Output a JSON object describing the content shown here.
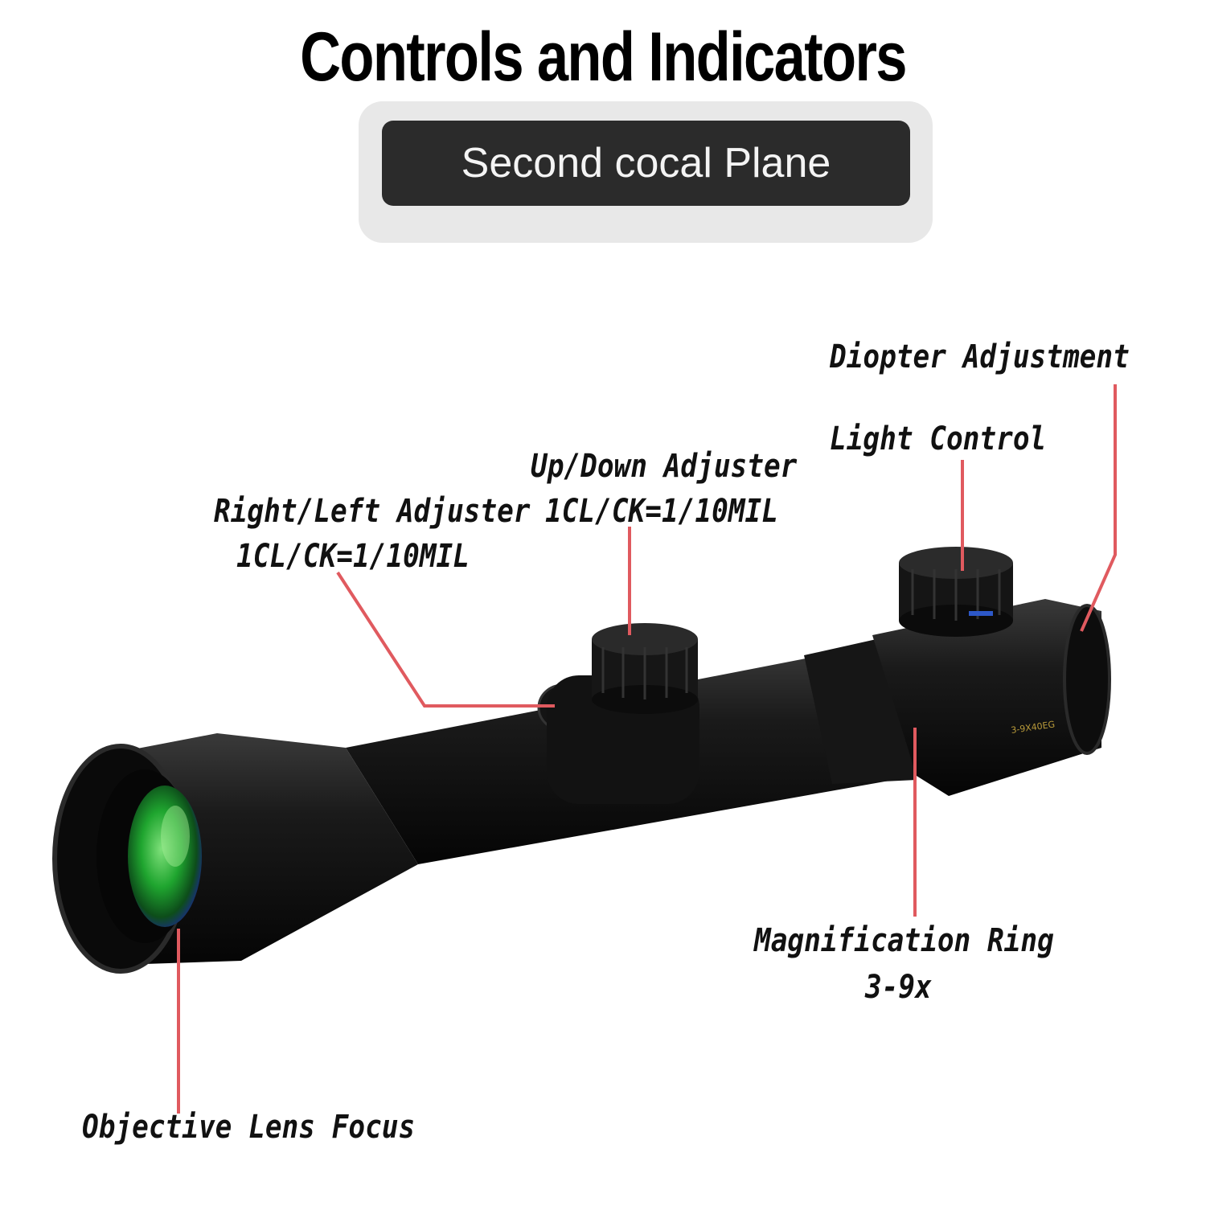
{
  "title": "Controls and Indicators",
  "subtitle": "Second cocal Plane",
  "callouts": {
    "diopter": "Diopter Adjustment",
    "light": "Light Control",
    "updown_line1": "Up/Down Adjuster",
    "updown_line2": "1CL/CK=1/10MIL",
    "rightleft_line1": "Right/Left Adjuster",
    "rightleft_line2": "1CL/CK=1/10MIL",
    "magnification_line1": "Magnification Ring",
    "magnification_line2": "3-9x",
    "objective": "Objective Lens Focus"
  },
  "colors": {
    "leader_line": "#e05a5f",
    "scope_body": "#111111",
    "lens_green": "#2fbf3a"
  }
}
